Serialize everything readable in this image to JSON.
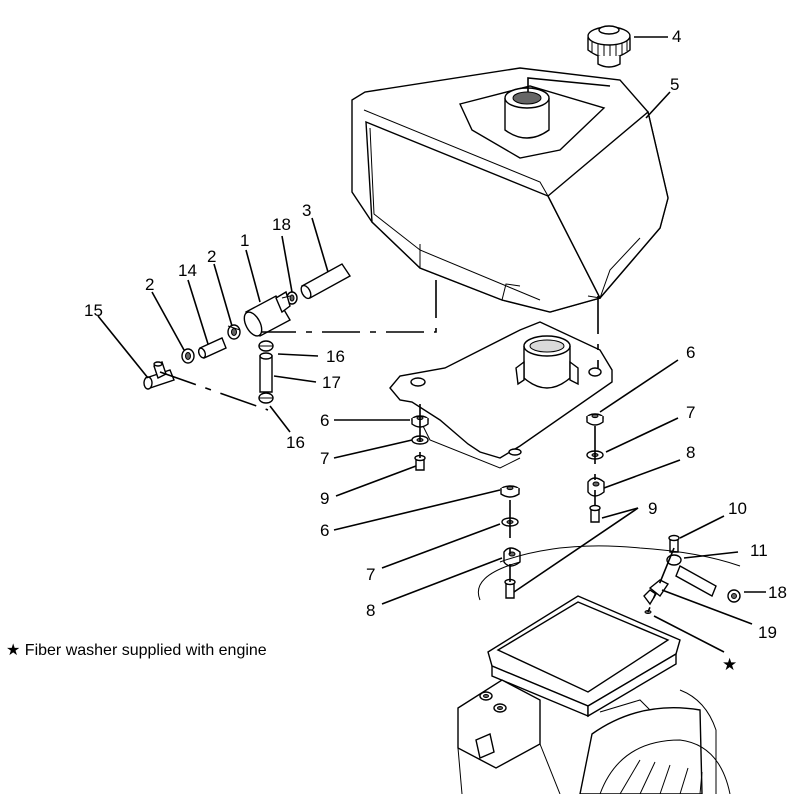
{
  "diagram": {
    "callouts": {
      "c1": "1",
      "c2a": "2",
      "c2b": "2",
      "c3": "3",
      "c4": "4",
      "c5": "5",
      "c6a": "6",
      "c6b": "6",
      "c6c": "6",
      "c7a": "7",
      "c7b": "7",
      "c7c": "7",
      "c8a": "8",
      "c8b": "8",
      "c9a": "9",
      "c9b": "9",
      "c10": "10",
      "c11": "11",
      "c14": "14",
      "c15": "15",
      "c16a": "16",
      "c16b": "16",
      "c17": "17",
      "c18a": "18",
      "c18b": "18",
      "c19": "19",
      "star": "★"
    },
    "footnote": "★ Fiber washer supplied with engine"
  }
}
